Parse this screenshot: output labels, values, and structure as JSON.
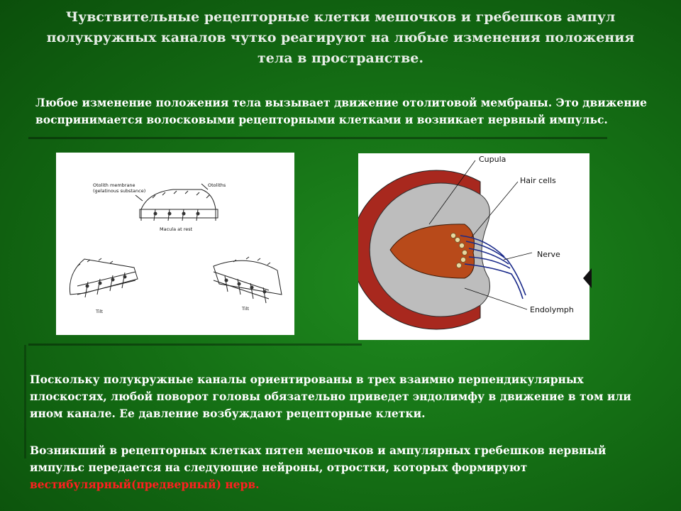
{
  "slide": {
    "title": "Чувствительные рецепторные клетки мешочков и гребешков ампул полукружных каналов чутко реагируют на любые изменения положения тела в пространстве.",
    "paragraph1": "Любое изменение положения тела вызывает движение отолитовой мембраны. Это движение воспринимается волосковыми рецепторными клетками и возникает нервный импульс.",
    "paragraph2": "Поскольку полукружные каналы ориентированы в трех взаимно перпендикулярных плоскостях, любой поворот головы обязательно приведет эндолимфу в движение в том или ином канале. Ее давление возбуждают рецепторные клетки.",
    "paragraph3_main": "Возникший в рецепторных клетках пятен мешочков и ампулярных гребешков нервный импульс передается на следующие нейроны, отростки, которых формируют ",
    "paragraph3_highlight": "вестибулярный(предверный) нерв."
  },
  "figure_macula": {
    "label_membrane": "Otolith membrane",
    "label_gelatinous": "(gelatinous substance)",
    "label_otoliths": "Otoliths",
    "label_rest": "Macula at rest",
    "label_tilt_left": "Tilt",
    "label_tilt_right": "Tilt"
  },
  "figure_ampulla": {
    "label_cupula": "Cupula",
    "label_hair_cells": "Hair cells",
    "label_nerve": "Nerve",
    "label_endolymph": "Endolymph"
  },
  "colors": {
    "highlight": "#ff2020",
    "cupula": "#b84a1a",
    "nerve": "#1a2a8a"
  }
}
